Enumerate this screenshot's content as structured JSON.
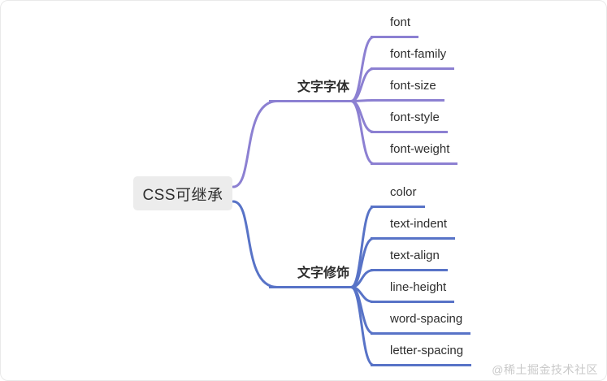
{
  "diagram": {
    "root": {
      "label": "CSS可继承"
    },
    "branches": [
      {
        "label": "文字字体",
        "color": "#8c80d2",
        "children": [
          "font",
          "font-family",
          "font-size",
          "font-style",
          "font-weight"
        ]
      },
      {
        "label": "文字修饰",
        "color": "#5873c7",
        "children": [
          "color",
          "text-indent",
          "text-align",
          "line-height",
          "word-spacing",
          "letter-spacing"
        ]
      }
    ]
  },
  "watermark": {
    "label": "@稀土掘金技术社区"
  },
  "colors": {
    "background": "#ffffff",
    "root_bg": "#ececec",
    "node_text": "#2e2e2e",
    "watermark": "#c9c9c9"
  }
}
